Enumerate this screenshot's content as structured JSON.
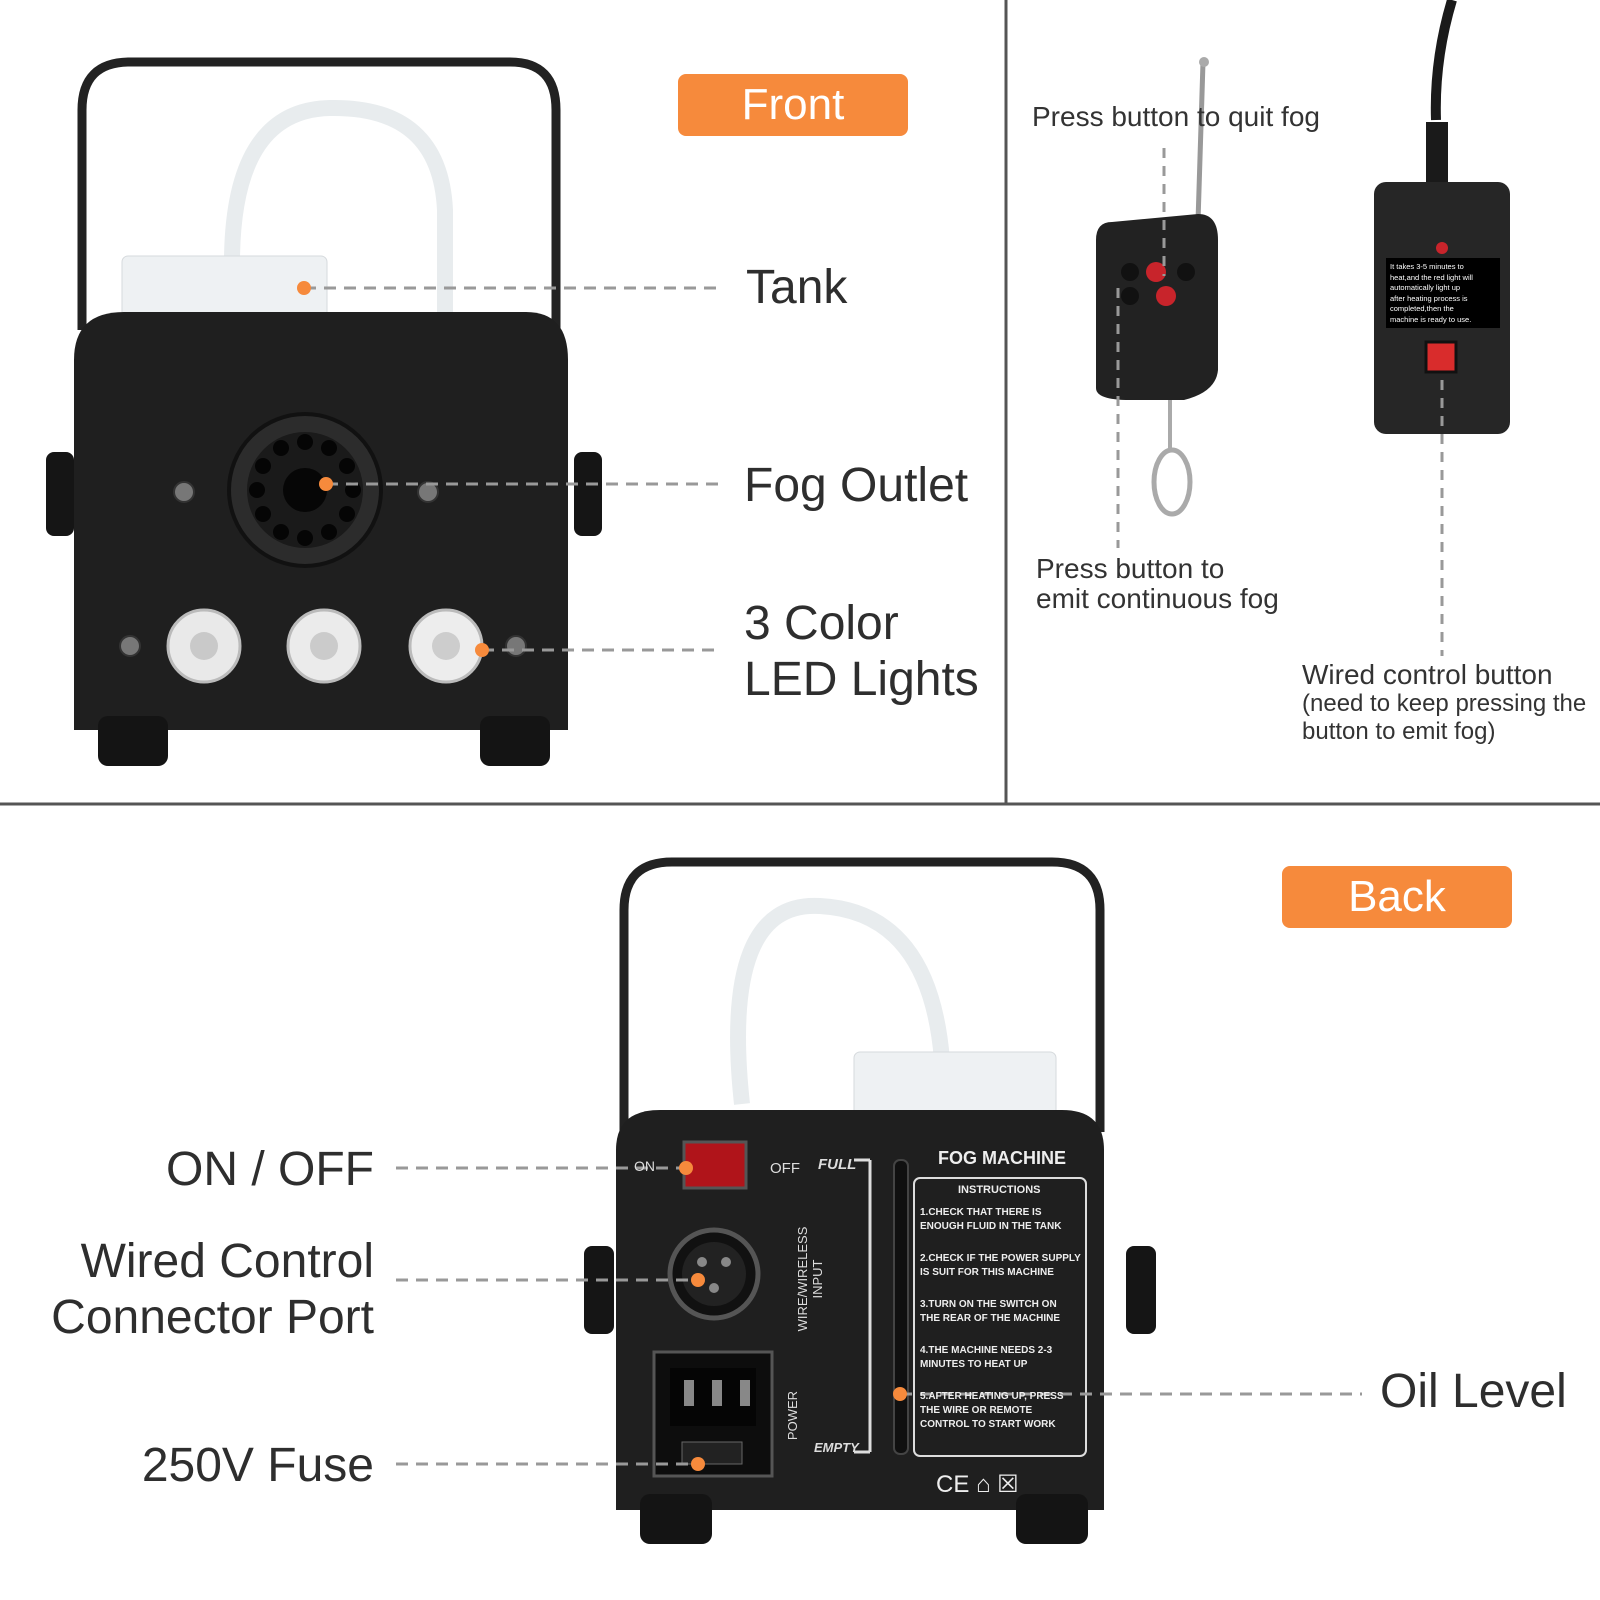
{
  "badges": {
    "front": "Front",
    "back": "Back"
  },
  "front_labels": {
    "tank": "Tank",
    "fog_outlet": "Fog Outlet",
    "led_line1": "3 Color",
    "led_line2": "LED Lights"
  },
  "remote_labels": {
    "quit_fog": "Press button to quit fog",
    "continuous_line1": "Press button to",
    "continuous_line2": "emit continuous fog",
    "wired_title": "Wired control button",
    "wired_note_line1": "(need to keep pressing the",
    "wired_note_line2": "button to emit fog)"
  },
  "wired_remote_notice": [
    "It takes 3-5 minutes to",
    "heat,and the red light will",
    "automatically light up",
    "after heating process is",
    "completed,then the",
    "machine is ready to use."
  ],
  "back_labels": {
    "on_off": "ON / OFF",
    "wired_line1": "Wired Control",
    "wired_line2": "Connector Port",
    "fuse": "250V Fuse",
    "oil_level": "Oil Level"
  },
  "machine_panel": {
    "on": "ON",
    "off": "OFF",
    "full": "FULL",
    "empty": "EMPTY",
    "input_line1": "WIRE/WIRELESS",
    "input_line2": "INPUT",
    "power": "POWER",
    "title": "FOG MACHINE",
    "instructions_title": "INSTRUCTIONS",
    "instructions": [
      "1.CHECK THAT THERE IS",
      "ENOUGH FLUID IN THE TANK",
      "2.CHECK IF THE POWER SUPPLY",
      "IS SUIT FOR THIS MACHINE",
      "3.TURN ON THE SWITCH ON",
      "THE REAR OF THE MACHINE",
      "4.THE MACHINE NEEDS 2-3",
      "MINUTES TO HEAT UP",
      "5.AFTER HEATING UP, PRESS",
      "THE WIRE OR REMOTE",
      "CONTROL TO START WORK"
    ],
    "marks": "CE ⌂ ☒"
  },
  "colors": {
    "accent": "#f68a3c",
    "body": "#1e1e1e",
    "dot": "#f68a3c",
    "divider": "#555555"
  }
}
